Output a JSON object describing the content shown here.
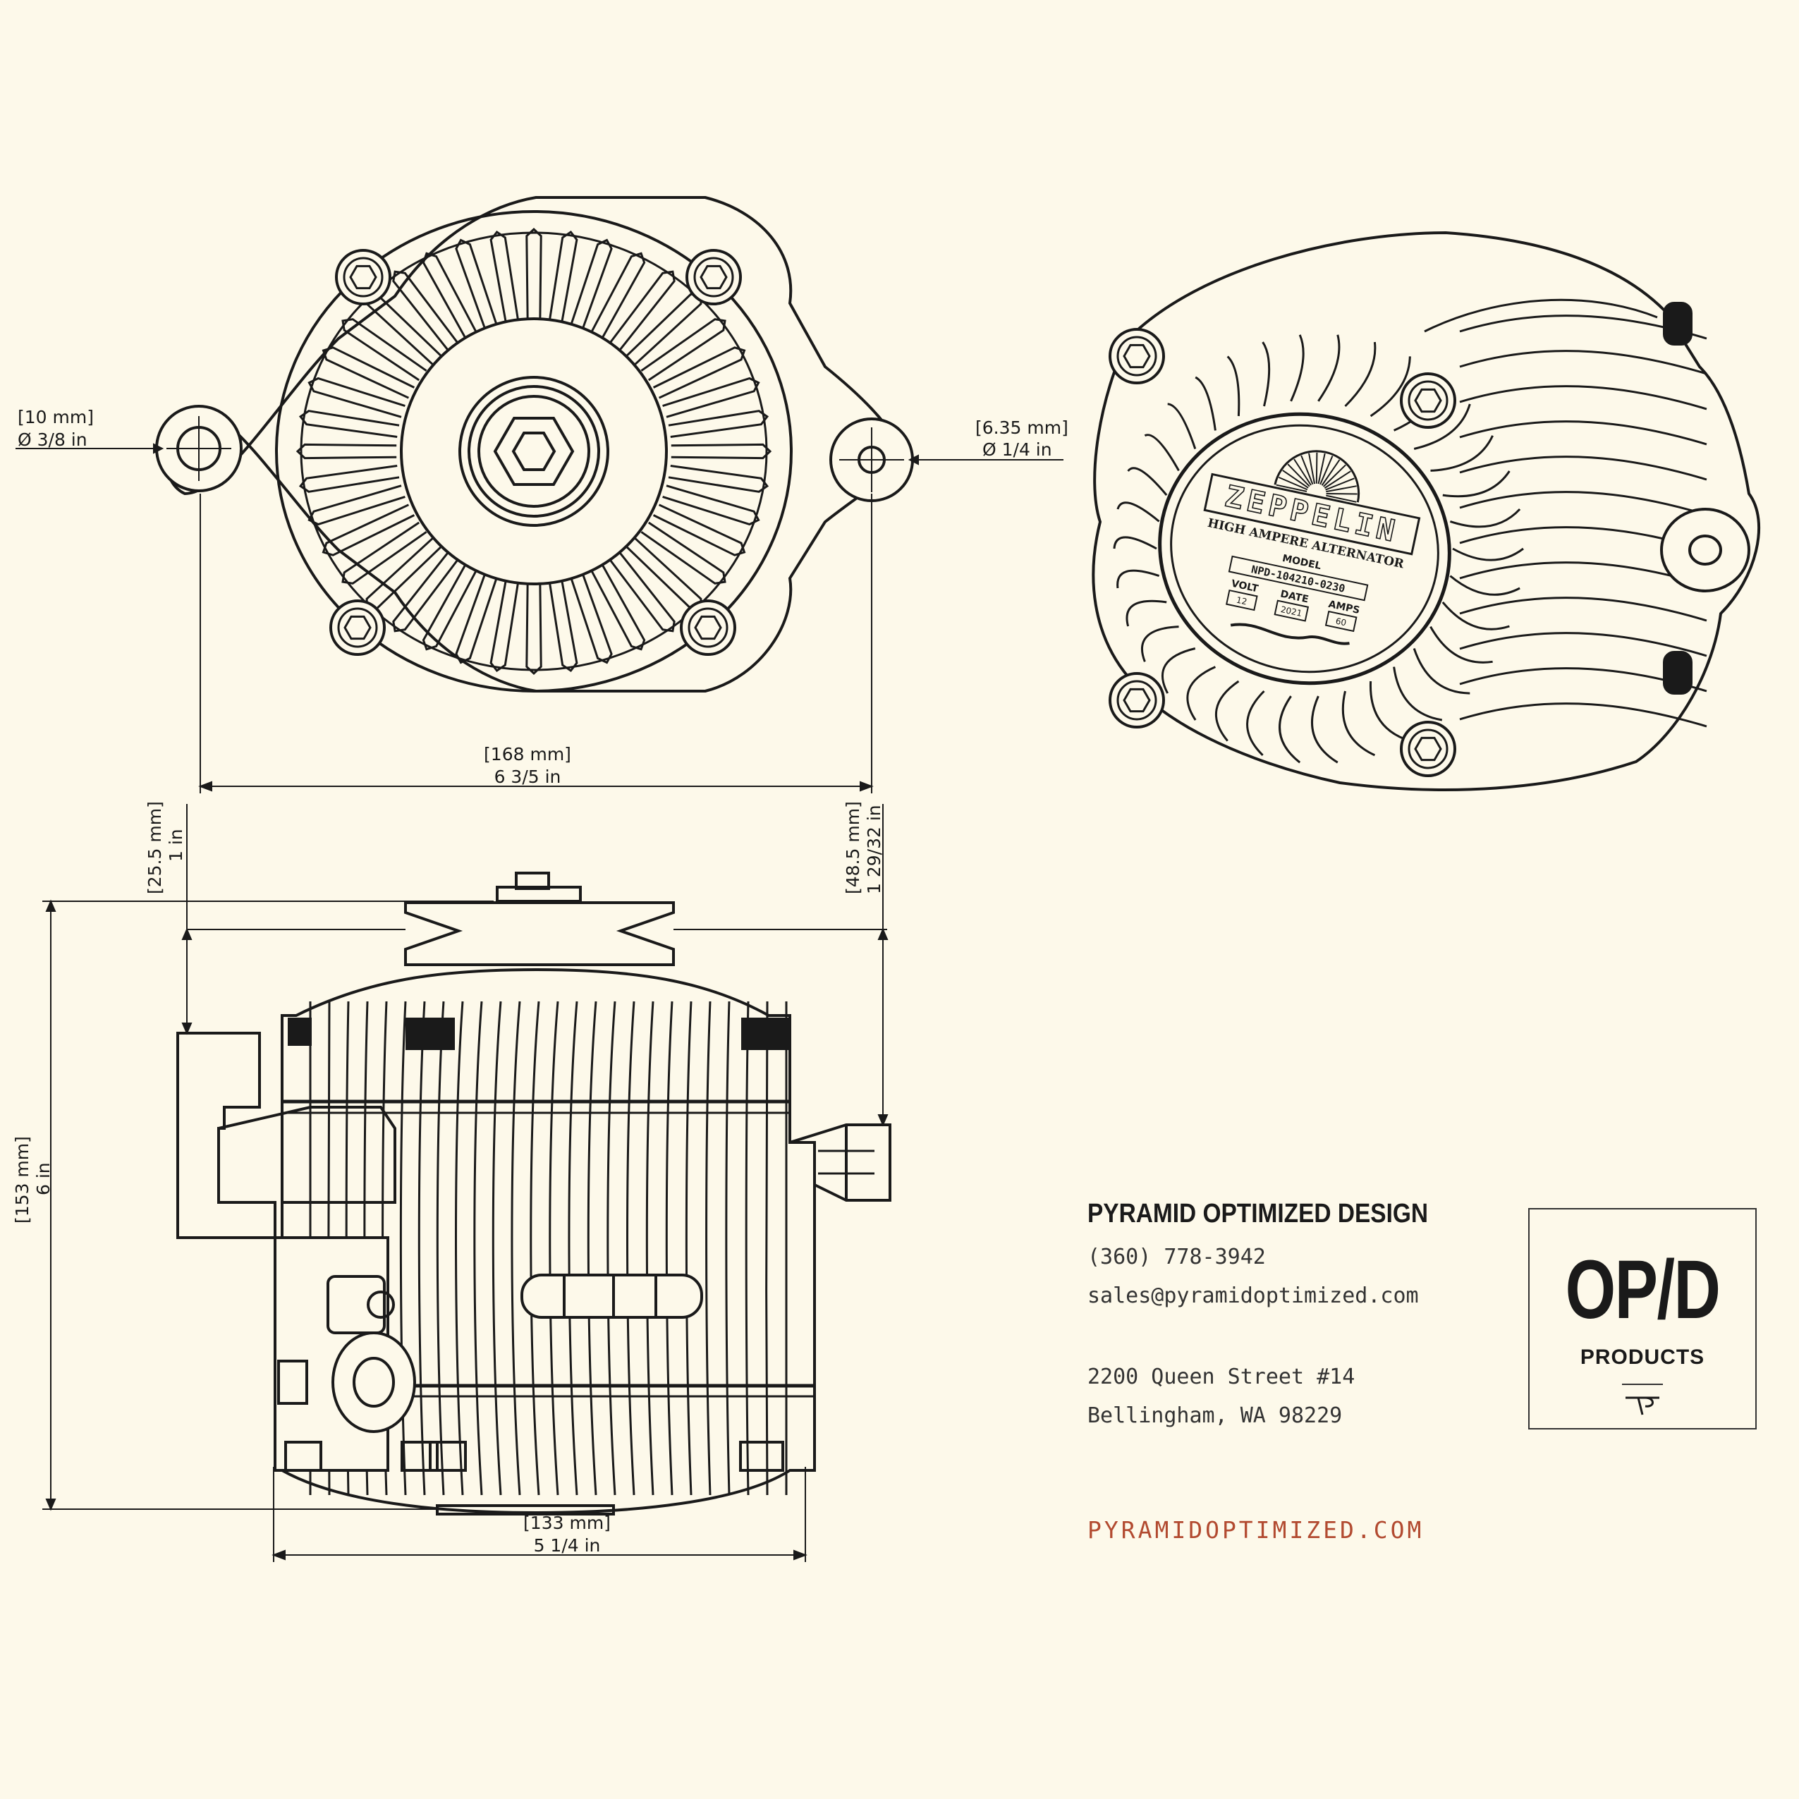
{
  "dimensions": {
    "mount_left_mm": "[10 mm]",
    "mount_left_in": "Ø 3/8 in",
    "mount_right_mm": "[6.35 mm]",
    "mount_right_in": "Ø 1/4 in",
    "width_mm": "[168 mm]",
    "width_in": "6 3/5 in",
    "pulley_offset_mm": "[25.5 mm]",
    "pulley_offset_in": "1 in",
    "boss_offset_mm": "[48.5 mm]",
    "boss_offset_in": "1 29/32 in",
    "height_mm": "[153 mm]",
    "height_in": "6 in",
    "body_width_mm": "[133 mm]",
    "body_width_in": "5 1/4 in"
  },
  "nameplate": {
    "brand": "ZEPPELIN",
    "subtitle": "HIGH AMPERE ALTERNATOR",
    "model_label": "MODEL",
    "model_number": "NPD-104210-0230",
    "volt_label": "VOLT",
    "date_label": "DATE",
    "amps_label": "AMPS",
    "volt_value": "12",
    "date_value": "2021",
    "amps_value": "60"
  },
  "company": {
    "name": "PYRAMID OPTIMIZED DESIGN",
    "phone": "(360) 778-3942",
    "email": "sales@pyramidoptimized.com",
    "address_line1": "2200 Queen Street #14",
    "address_line2": "Bellingham, WA 98229",
    "website": "PYRAMIDOPTIMIZED.COM"
  },
  "logo": {
    "main": "OP/D",
    "sub": "PRODUCTS"
  },
  "colors": {
    "background": "#fdf9ea",
    "ink": "#1a1a1a",
    "accent": "#b24a30"
  }
}
